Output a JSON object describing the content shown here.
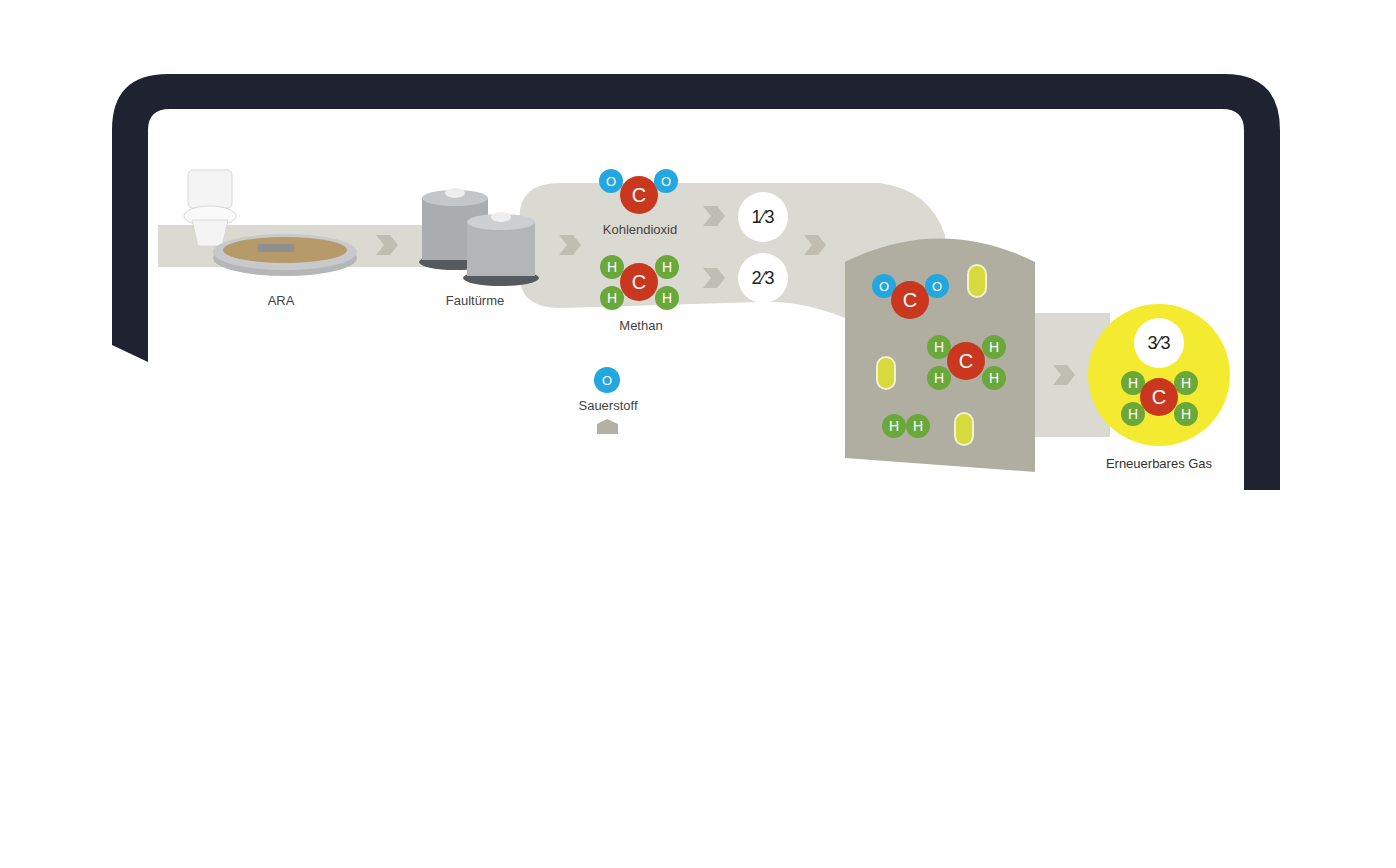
{
  "diagram": {
    "nodes": [
      {
        "text": [
          "O"
        ]
      },
      {
        "text": [
          "C"
        ]
      },
      {
        "text": [
          "O"
        ]
      },
      {
        "text": [
          "H"
        ]
      },
      {
        "text": [
          "H"
        ]
      },
      {
        "text": [
          "C"
        ]
      },
      {
        "text": [
          "H"
        ]
      },
      {
        "text": [
          "H"
        ]
      },
      {
        "text": [
          "1⁄3"
        ]
      },
      {
        "text": [
          "2⁄3"
        ]
      },
      {
        "text": [
          "O"
        ]
      },
      {
        "text": [
          "O"
        ]
      },
      {
        "text": [
          "C"
        ]
      },
      {
        "text": [
          "O"
        ]
      },
      {
        "text": [
          "H"
        ]
      },
      {
        "text": [
          "H"
        ]
      },
      {
        "text": [
          "C"
        ]
      },
      {
        "text": [
          "H"
        ]
      },
      {
        "text": [
          "H"
        ]
      },
      {
        "text": [
          "H"
        ]
      },
      {
        "text": [
          "H"
        ]
      },
      {
        "text": [
          "Erneuerbares Gas"
        ]
      },
      {
        "text": [
          "3⁄3"
        ],
        "in": 21
      },
      {
        "text": [
          "H"
        ],
        "in": 21
      },
      {
        "text": [
          "H"
        ],
        "in": 21
      },
      {
        "text": [
          "C"
        ],
        "in": 21
      },
      {
        "text": [
          "H"
        ],
        "in": 21
      },
      {
        "text": [
          "H"
        ],
        "in": 21
      }
    ],
    "labels": [
      "ARA",
      "Faultürme",
      "Kohlendioxid",
      "Methan",
      "Sauerstoff"
    ]
  }
}
